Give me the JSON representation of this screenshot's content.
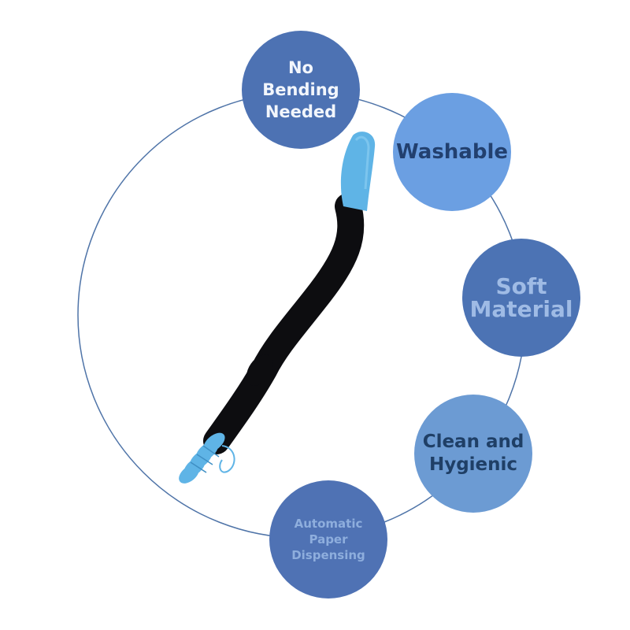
{
  "colors": {
    "ring": "#4f74a8",
    "handle": "#0d0d10",
    "accent_blue": "#5fb4e6"
  },
  "product": {
    "icon": "toilet-aid-wand-icon"
  },
  "features": [
    {
      "label": "No Bending\nNeeded",
      "bg": "#4d72b3",
      "color": "#f2f6fc"
    },
    {
      "label": "Washable",
      "bg": "#6b9fe2",
      "color": "#22406f"
    },
    {
      "label": "Soft\nMaterial",
      "bg": "#4c73b4",
      "color": "#9fbbe5"
    },
    {
      "label": "Clean and\nHygienic",
      "bg": "#6c9bd3",
      "color": "#1f3f66"
    },
    {
      "label": "Automatic Paper\nDispensing",
      "bg": "#4f72b4",
      "color": "#8eaedd"
    }
  ]
}
